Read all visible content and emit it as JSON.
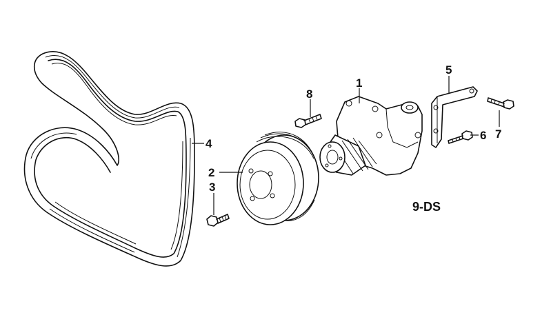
{
  "diagram_code": "9-DS",
  "callouts": {
    "c1": "1",
    "c2": "2",
    "c3": "3",
    "c4": "4",
    "c5": "5",
    "c6": "6",
    "c7": "7",
    "c8": "8"
  },
  "parts": [
    {
      "callout": "1",
      "icon": "water-pump-icon"
    },
    {
      "callout": "2",
      "icon": "pulley-icon"
    },
    {
      "callout": "3",
      "icon": "hex-bolt-icon"
    },
    {
      "callout": "4",
      "icon": "ribbed-belt-icon"
    },
    {
      "callout": "5",
      "icon": "bracket-icon"
    },
    {
      "callout": "6",
      "icon": "hex-bolt-icon"
    },
    {
      "callout": "7",
      "icon": "hex-bolt-icon"
    },
    {
      "callout": "8",
      "icon": "hex-bolt-icon"
    }
  ]
}
